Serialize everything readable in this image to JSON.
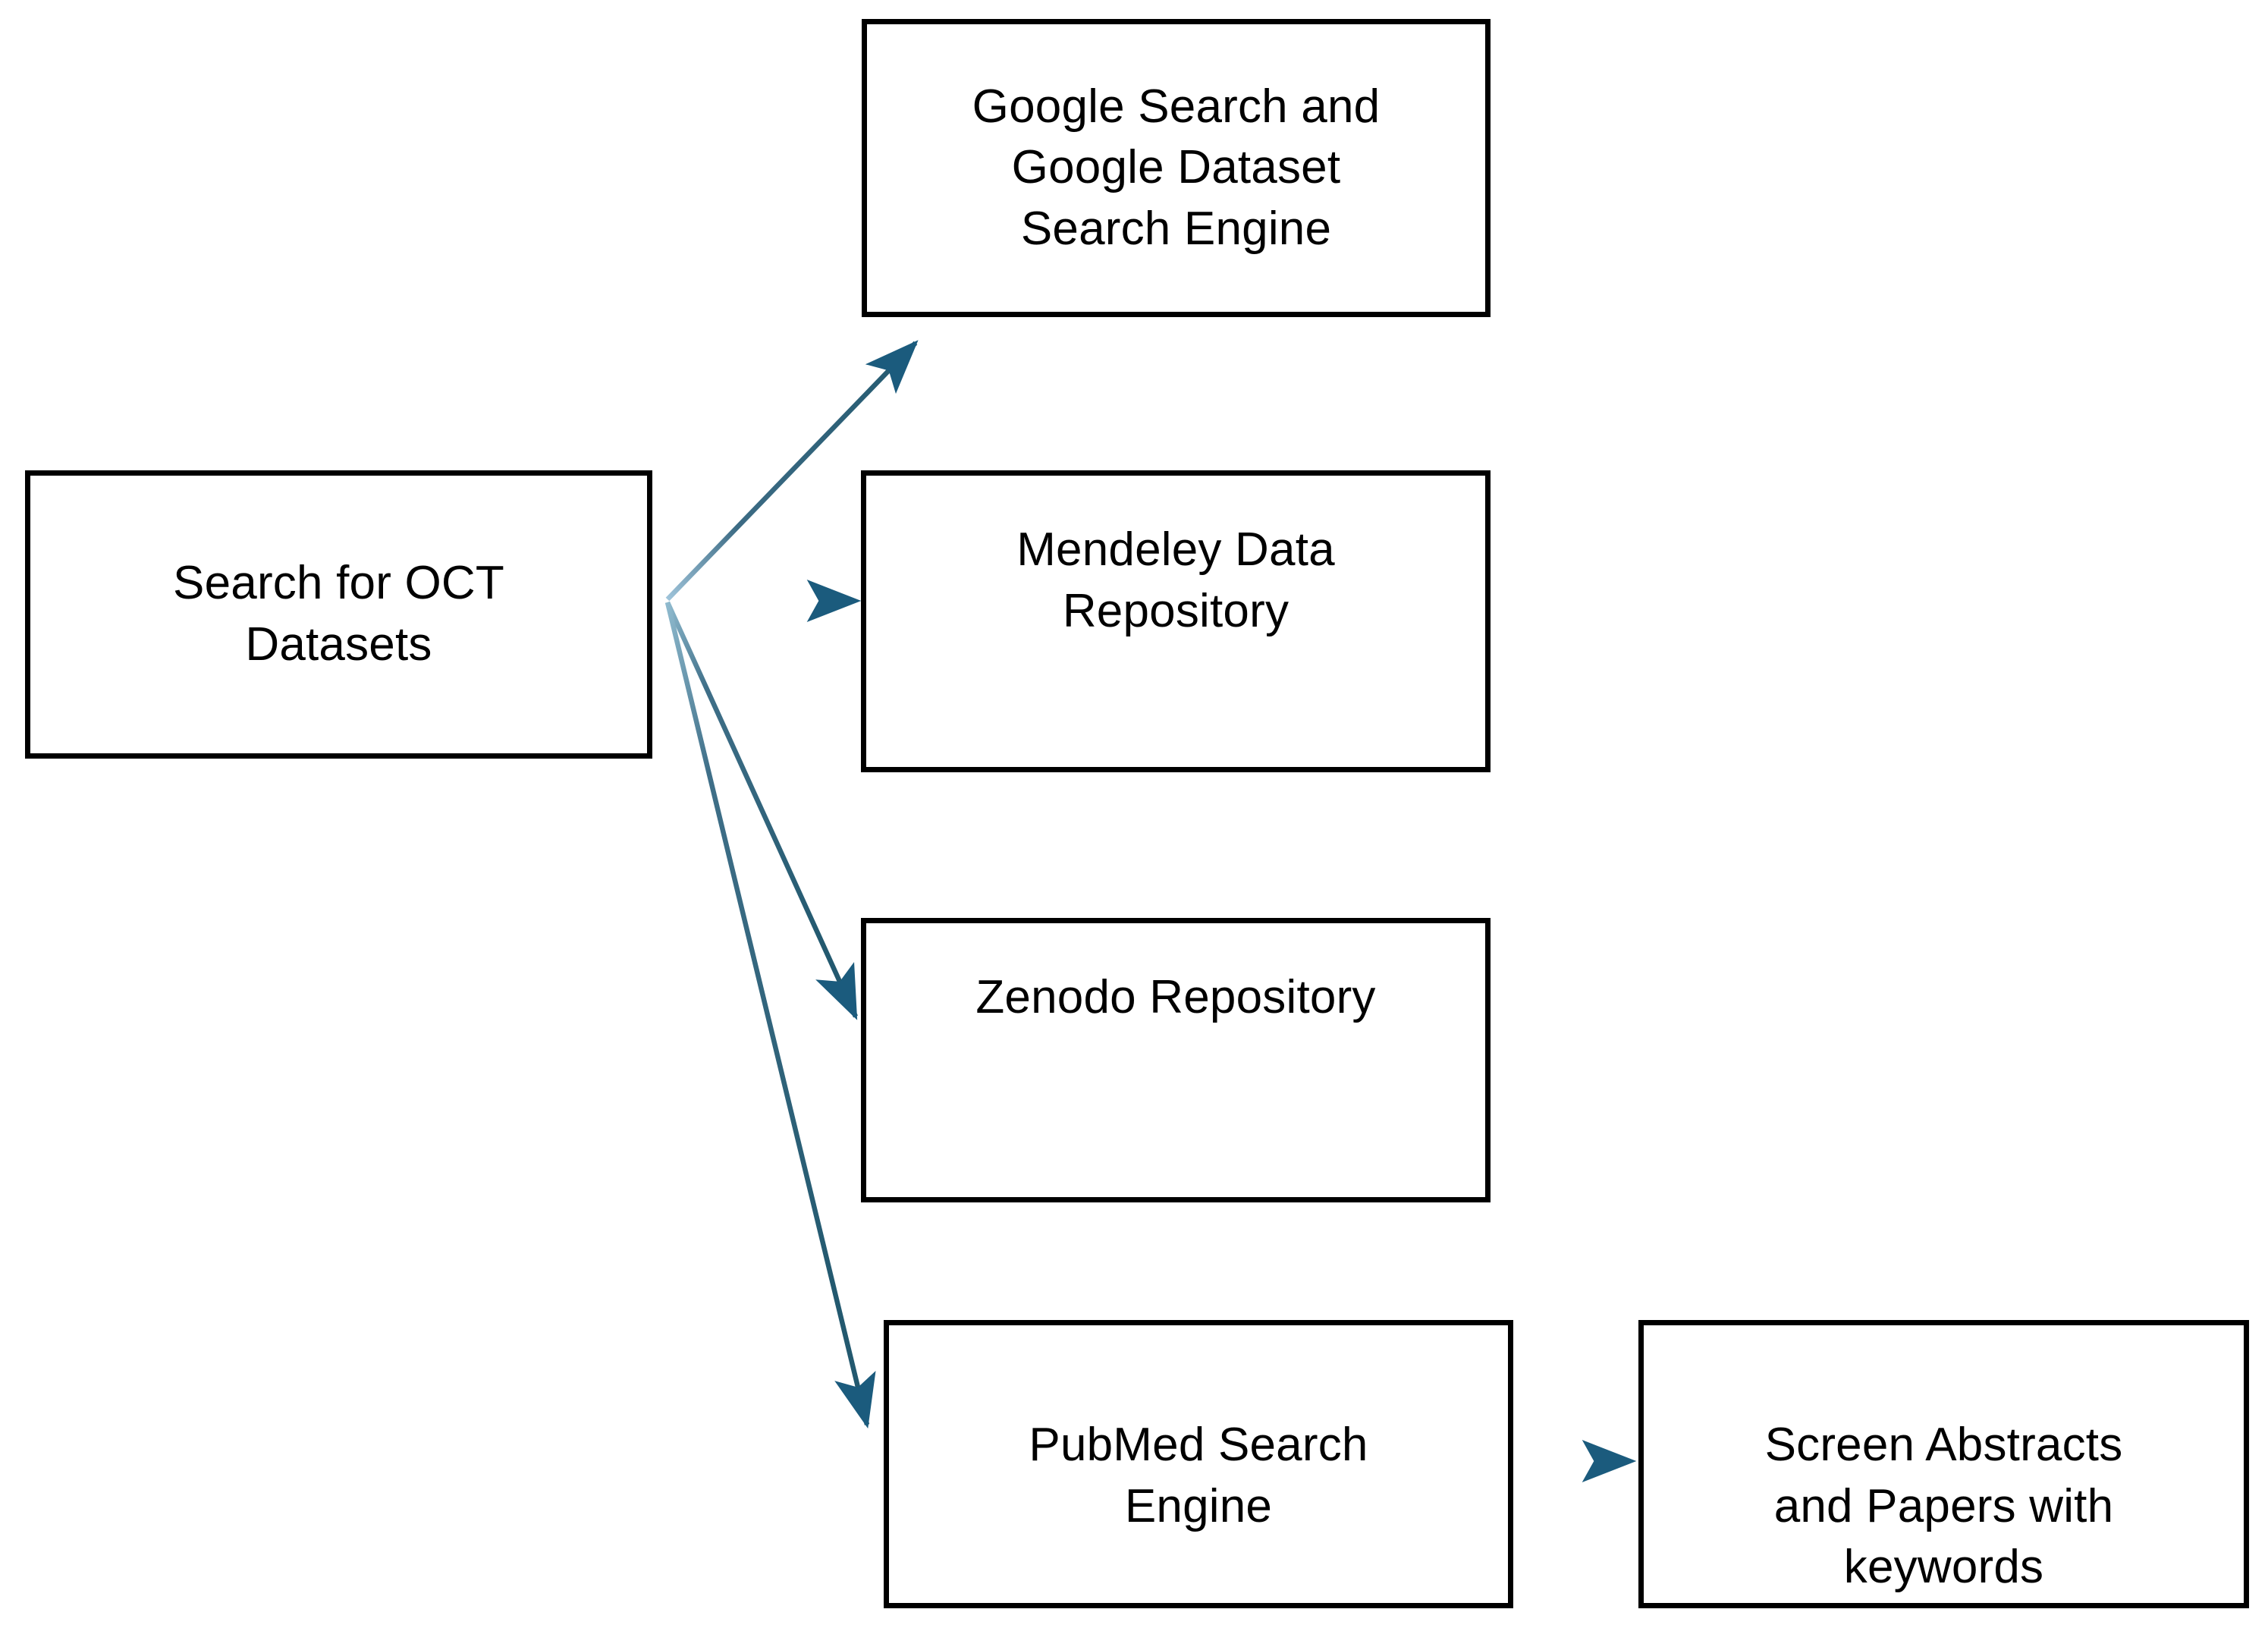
{
  "diagram": {
    "title": "Search for OCT Datasets workflow",
    "background_color": "#ffffff",
    "box_border_color": "#000000",
    "box_fill_color": "#ffffff",
    "text_color": "#000000",
    "arrow_color": "#1e6382",
    "arrow_head_color": "#1b5b7d"
  },
  "nodes": {
    "source": {
      "label": "Search for OCT\nDatasets"
    },
    "google": {
      "label": "Google Search and\nGoogle Dataset\nSearch Engine"
    },
    "mendeley": {
      "label": "Mendeley Data\nRepository"
    },
    "zenodo": {
      "label": "Zenodo Repository"
    },
    "pubmed": {
      "label": "PubMed Search\nEngine"
    },
    "screen": {
      "label": "Screen Abstracts\nand Papers with\nkeywords"
    }
  },
  "edges": [
    {
      "id": "source-to-google",
      "from": "source",
      "to": "google",
      "label": ""
    },
    {
      "id": "source-to-mendeley",
      "from": "source",
      "to": "mendeley",
      "label": ""
    },
    {
      "id": "source-to-zenodo",
      "from": "source",
      "to": "zenodo",
      "label": ""
    },
    {
      "id": "source-to-pubmed",
      "from": "source",
      "to": "pubmed",
      "label": ""
    },
    {
      "id": "pubmed-to-screen",
      "from": "pubmed",
      "to": "screen",
      "label": ""
    }
  ]
}
